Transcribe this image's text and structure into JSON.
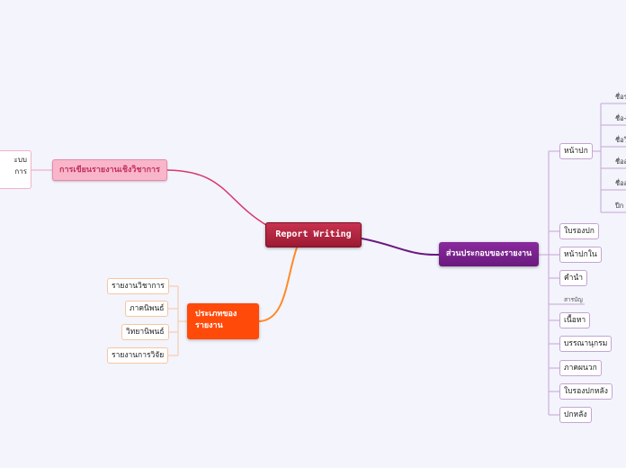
{
  "central": "Report Writing",
  "right_branch": {
    "title": "ส่วนประกอบของรายงาน",
    "items": [
      "หน้าปก",
      "ใบรองปก",
      "หน้าปกใน",
      "คำนำ",
      "สารบัญ",
      "เนื้อหา",
      "บรรณานุกรม",
      "ภาคผนวก",
      "ใบรองปกหลัง",
      "ปกหลัง"
    ],
    "cover_details": [
      "ชื่อร",
      "ชื่อ-",
      "ชื่อวิ",
      "ชื่อส",
      "ชื่อส",
      "ปีก"
    ]
  },
  "top_left_branch": {
    "title": "การเขียนรายงานเชิงวิชาการ",
    "cropped_text": [
      "ะบบ",
      "การ"
    ]
  },
  "bottom_left_branch": {
    "title": "ประเภทของรายงาน",
    "items": [
      "รายงานวิชาการ",
      "ภาคนิพนธ์",
      "วิทยานิพนธ์",
      "รายงานการวิจัย"
    ]
  },
  "colors": {
    "central": "#b1223f",
    "right": "#7a2290",
    "top_left": "#f9b6ca",
    "bottom_left": "#ff4a0a",
    "background": "#f3f4fc"
  }
}
